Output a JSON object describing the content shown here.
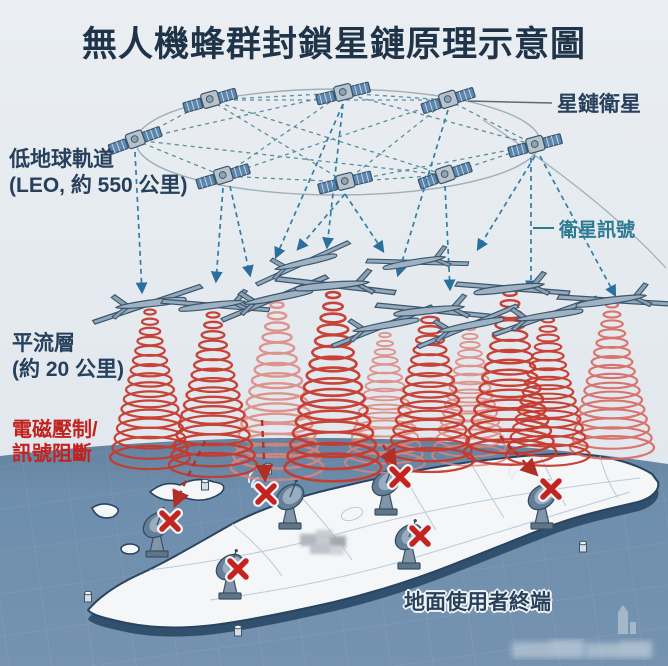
{
  "title": "無人機蜂群封鎖星鏈原理示意圖",
  "labels": {
    "starlink_satellites": "星鏈衛星",
    "leo_line1": "低地球軌道",
    "leo_line2": "(LEO, 約 550 公里)",
    "satellite_signal": "衛星訊號",
    "stratosphere_line1": "平流層",
    "stratosphere_line2": "(約 20 公里)",
    "jamming_line1": "電磁壓制/",
    "jamming_line2": "訊號阻斷",
    "ground_terminals": "地面使用者終端"
  },
  "colors": {
    "title_text": "#1f3349",
    "label_navy": "#27405c",
    "label_teal": "#2d7b93",
    "label_red": "#c2231f",
    "sky": "#e8edf1",
    "ocean": "#6e8ead",
    "island_fill": "#f4f6f8",
    "island_side": "#31506e",
    "island_outline": "#2a4460",
    "jamming_cone_red": "#c63a2e",
    "jamming_cone_light": "#de857c",
    "satellite_link_teal": "#4b8496",
    "signal_arrow_blue": "#2f7fa8",
    "jamming_arrow_red": "#b03028",
    "drone_body": "#93aabd",
    "drone_outline": "#3e566c",
    "blocked_x_red": "#c5231f"
  },
  "icons": {
    "satellite": "satellite-icon",
    "drone": "drone-icon",
    "jamming_cone": "jamming-cone-icon",
    "ground_dish": "dish-icon",
    "blocked_x": "blocked-x-icon",
    "signal_waves": "signal-waves-icon"
  },
  "scene": {
    "satellite_count": 8,
    "drone_count": 12,
    "jamming_cone_count": 10,
    "ground_dish_count": 6,
    "blocked_x_count": 6
  }
}
